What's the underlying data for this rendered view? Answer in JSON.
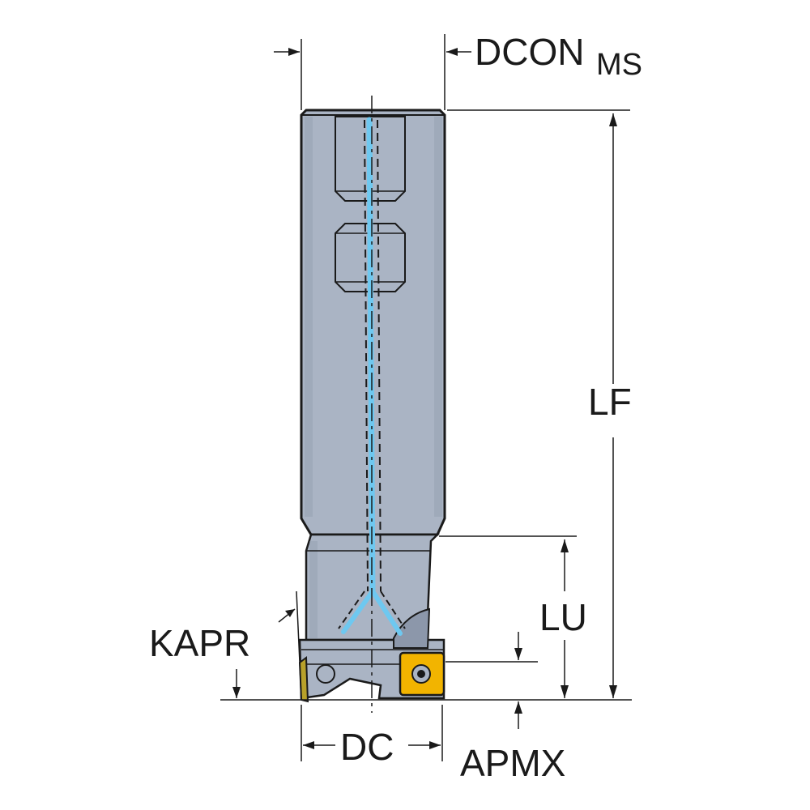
{
  "colors": {
    "body": "#aab4c4",
    "body_shadow": "#8c97aa",
    "outline": "#1a1a1a",
    "coolant": "#6ec8f0",
    "insert": "#f2b400",
    "insert_side": "#b8a12a",
    "line": "#1a1a1a"
  },
  "labels": {
    "dcon": "DCON",
    "dcon_sub": "MS",
    "lf": "LF",
    "lu": "LU",
    "kapr": "KAPR",
    "dc": "DC",
    "apmx": "APMX"
  }
}
